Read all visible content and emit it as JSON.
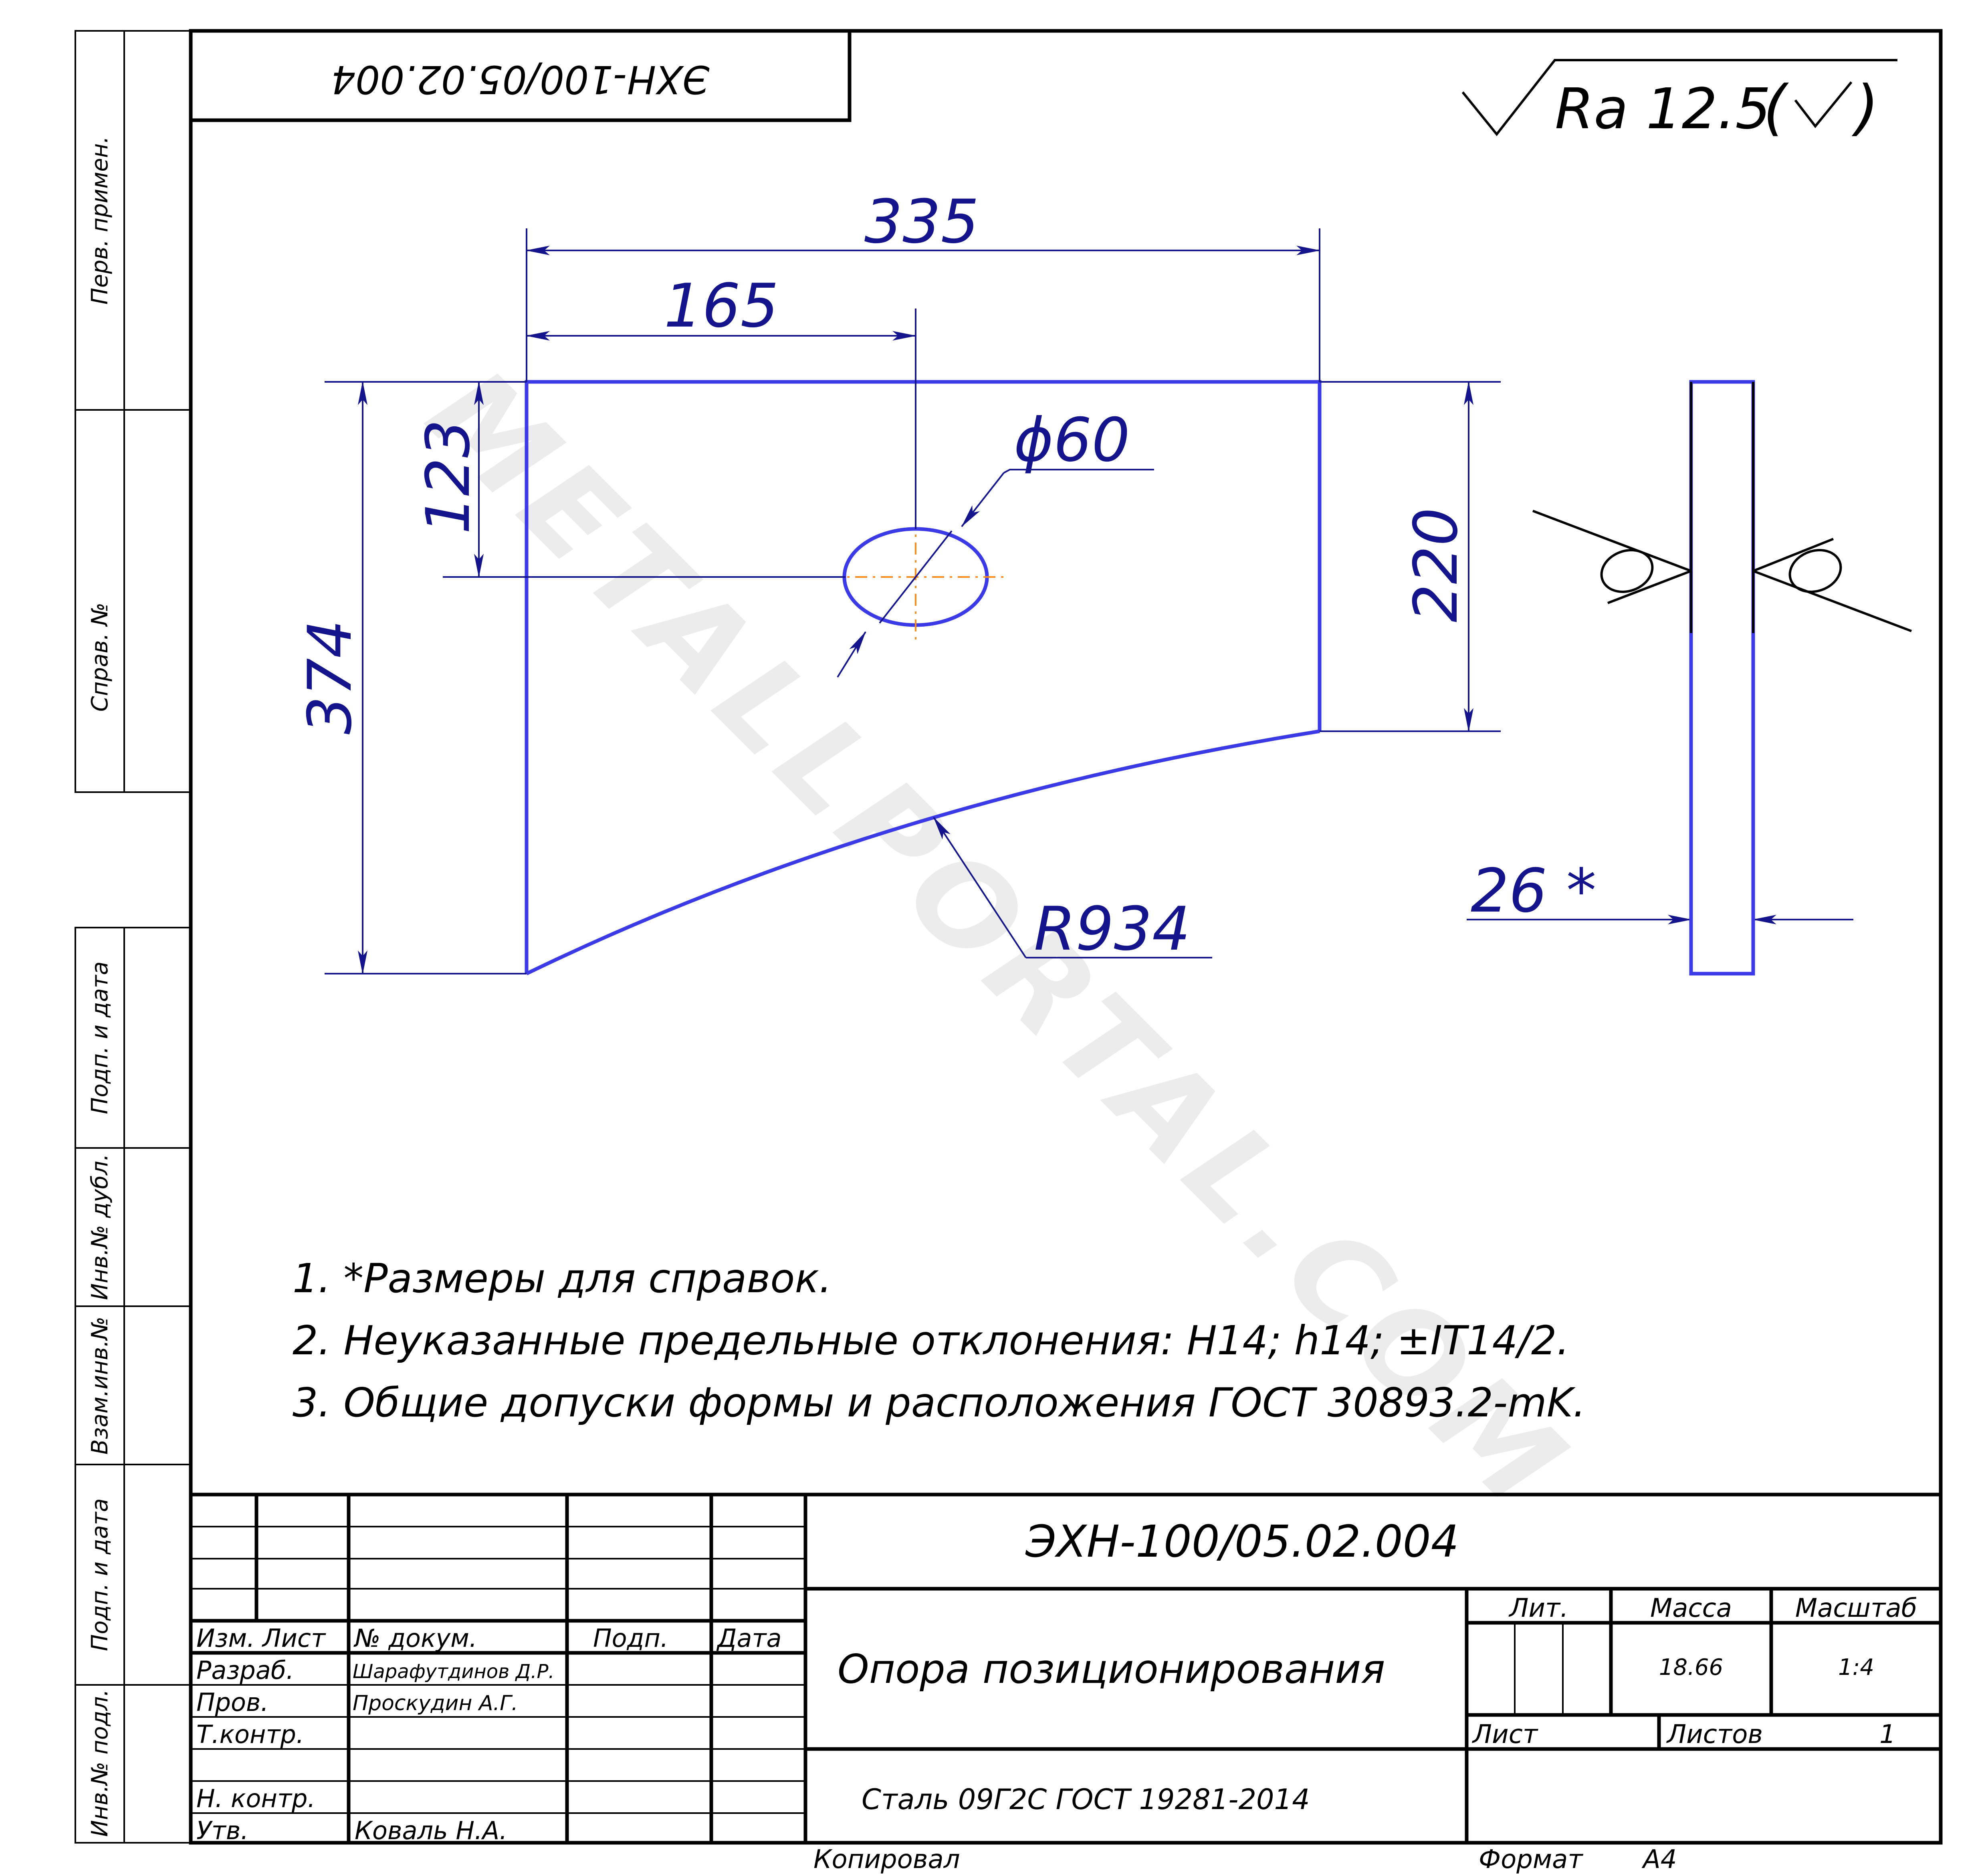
{
  "drawing_code_top": "ЭХН-100/05.02.004",
  "roughness": "Ra 12.5",
  "side_labels": {
    "perv_primen": "Перв. примен.",
    "sprav_no": "Справ. №",
    "podp_data_1": "Подп. и дата",
    "inv_dubl": "Инв.№ дубл.",
    "vzam_inv": "Взам.инв.№",
    "podp_data_2": "Подп. и дата",
    "inv_podl": "Инв.№ подл."
  },
  "dimensions": {
    "width_total": "335",
    "hole_offset_x": "165",
    "hole_offset_y": "123",
    "height_left": "374",
    "height_right": "220",
    "hole_diameter": "ϕ60",
    "arc_radius": "R934",
    "thickness": "26 *"
  },
  "notes": [
    "1.  *Размеры для справок.",
    "2. Неуказанные предельные отклонения: H14; h14; ±IT14/2.",
    "3. Общие допуски формы и расположения ГОСТ 30893.2-mK."
  ],
  "title_block": {
    "drawing_code": "ЭХН-100/05.02.004",
    "part_name": "Опора позиционирования",
    "material": "Сталь 09Г2С ГОСТ 19281-2014",
    "col_izm": "Изм.",
    "col_list": "Лист",
    "col_dokum": "№ докум.",
    "col_podp": "Подп.",
    "col_data": "Дата",
    "row_razrab": "Разраб.",
    "razrab_name": "Шарафутдинов Д.Р.",
    "row_prov": "Пров.",
    "prov_name": "Проскудин А.Г.",
    "row_tkontr": "Т.контр.",
    "row_nkontr": "Н. контр.",
    "row_utv": "Утв.",
    "utv_name": "Коваль Н.А.",
    "lit_label": "Лит.",
    "massa_label": "Масса",
    "masshtab_label": "Масштаб",
    "massa_value": "18.66",
    "masshtab_value": "1:4",
    "list_label": "Лист",
    "listov_label": "Листов",
    "listov_value": "1"
  },
  "footer": {
    "kopiroval": "Копировал",
    "format_label": "Формат",
    "format_value": "A4"
  },
  "watermark": "METALLPORTAL.COM",
  "colors": {
    "frame": "#000000",
    "dimension": "#14148c",
    "part_outline": "#3a3ae6",
    "centerline": "#ff8a1a"
  }
}
